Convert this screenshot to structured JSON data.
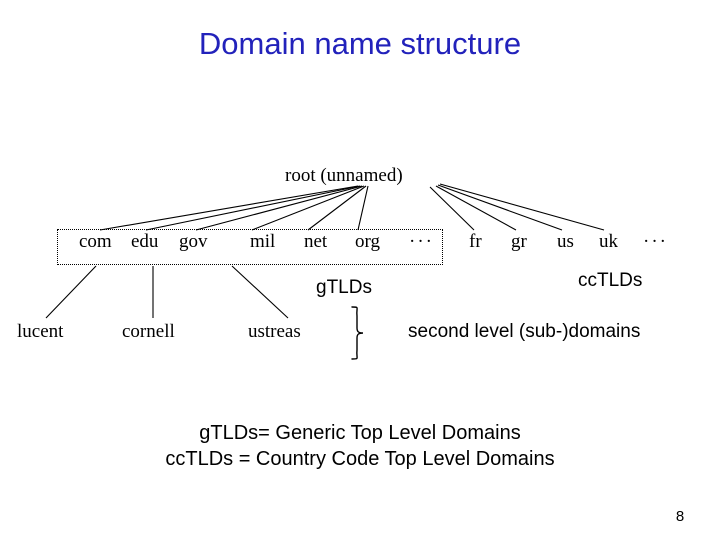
{
  "slide": {
    "title": "Domain name structure",
    "title_color": "#2222bb",
    "background": "#ffffff",
    "page_number": "8"
  },
  "tree": {
    "root": {
      "label": "root (unnamed)"
    },
    "gtlds": [
      {
        "label": "com"
      },
      {
        "label": "edu"
      },
      {
        "label": "gov"
      },
      {
        "label": "mil"
      },
      {
        "label": "net"
      },
      {
        "label": "org"
      }
    ],
    "gtld_ellipsis": "···",
    "cctlds": [
      {
        "label": "fr"
      },
      {
        "label": "gr"
      },
      {
        "label": "us"
      },
      {
        "label": "uk"
      }
    ],
    "cctld_ellipsis": "···",
    "second_level": [
      {
        "label": "lucent"
      },
      {
        "label": "cornell"
      },
      {
        "label": "ustreas"
      }
    ]
  },
  "annotations": {
    "gtld_label": "gTLDs",
    "cctld_label": "ccTLDs",
    "second_level_label": "second level (sub-)domains"
  },
  "legend": {
    "line1": "gTLDs= Generic Top Level Domains",
    "line2": "ccTLDs = Country Code Top Level Domains"
  }
}
